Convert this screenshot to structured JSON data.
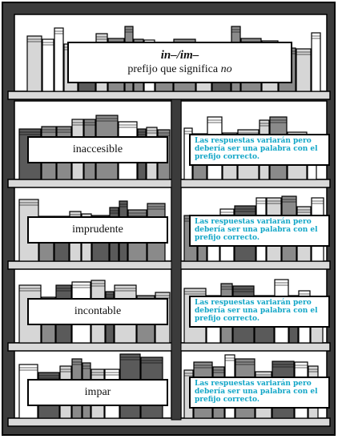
{
  "colors": {
    "frame": "#3b3b3b",
    "shelf": "#d9d9d9",
    "answer_text": "#12a6c7",
    "book_dark": "#5a5a5a",
    "book_mid": "#8a8a8a",
    "book_light": "#d6d6d6"
  },
  "header": {
    "prefix": "in–/im–",
    "definition": "prefijo que significa",
    "definition_emph": "no"
  },
  "rows": [
    {
      "word": "inaccesible",
      "answer": "Las respuestas variarán pero debería ser una palabra con el prefijo correcto."
    },
    {
      "word": "imprudente",
      "answer": "Las respuestas variarán pero debería ser una palabra con el prefijo correcto."
    },
    {
      "word": "incontable",
      "answer": "Las respuestas variarán pero debería ser una palabra con el prefijo correcto."
    },
    {
      "word": "impar",
      "answer": "Las respuestas variarán pero debería ser una palabra con el prefijo correcto."
    }
  ]
}
